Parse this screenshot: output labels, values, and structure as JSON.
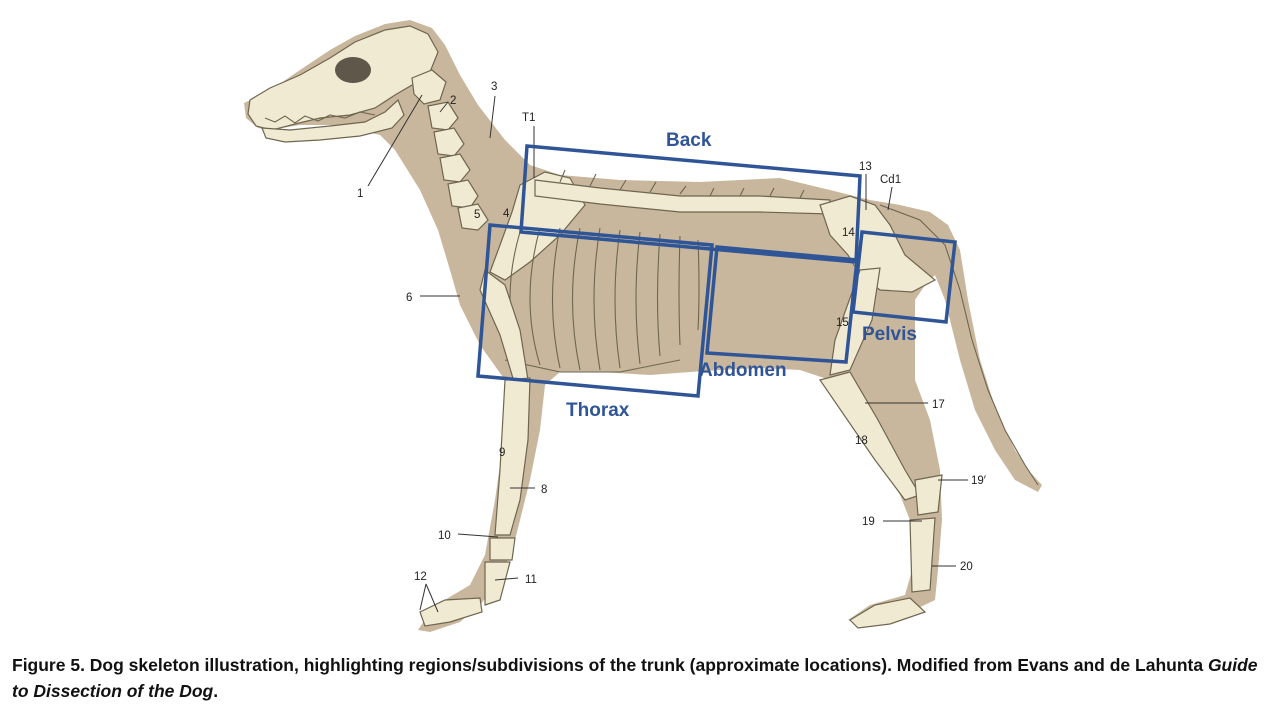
{
  "figure": {
    "regions": [
      {
        "id": "back",
        "label": "Back"
      },
      {
        "id": "thorax",
        "label": "Thorax"
      },
      {
        "id": "abdomen",
        "label": "Abdomen"
      },
      {
        "id": "pelvis",
        "label": "Pelvis"
      }
    ],
    "callouts": [
      "1",
      "2",
      "3",
      "T1",
      "4",
      "5",
      "6",
      "9",
      "8",
      "10",
      "11",
      "12",
      "13",
      "Cd1",
      "14",
      "15",
      "17",
      "18",
      "19′",
      "19",
      "20"
    ],
    "colors": {
      "region_box": "#2f5597",
      "silhouette": "#c8b79d",
      "bone": "#f1ead3"
    }
  },
  "caption": {
    "main": "Figure 5. Dog skeleton illustration, highlighting regions/subdivisions of the trunk (approximate locations). Modified from Evans and de Lahunta ",
    "book_title": "Guide to Dissection of the Dog",
    "end": "."
  }
}
